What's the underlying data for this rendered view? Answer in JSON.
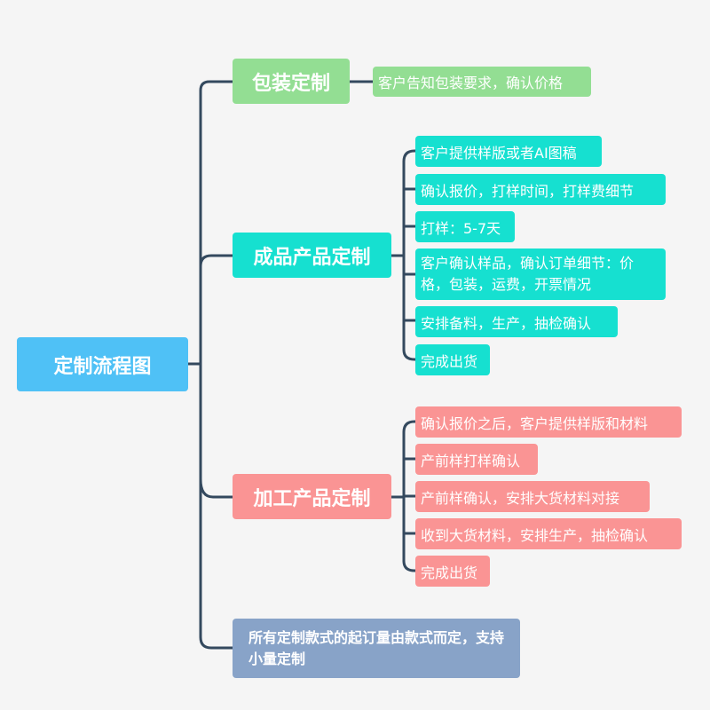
{
  "colors": {
    "background": "#f5f5f5",
    "connector": "#34495e",
    "root": "#4fc1f6",
    "packaging": "#93de93",
    "finished": "#16e0d0",
    "processing": "#fa9494",
    "note": "#88a3c8",
    "text": "#ffffff"
  },
  "root": {
    "label": "定制流程图"
  },
  "branches": [
    {
      "label": "包装定制",
      "items": [
        "客户告知包装要求，确认价格"
      ]
    },
    {
      "label": "成品产品定制",
      "items": [
        "客户提供样版或者AI图稿",
        "确认报价，打样时间，打样费细节",
        "打样：5-7天",
        "客户确认样品，确认订单细节：价格，包装，运费，开票情况",
        "安排备料，生产，抽检确认",
        "完成出货"
      ]
    },
    {
      "label": "加工产品定制",
      "items": [
        "确认报价之后，客户提供样版和材料",
        "产前样打样确认",
        "产前样确认，安排大货材料对接",
        "收到大货材料，安排生产，抽检确认",
        "完成出货"
      ]
    }
  ],
  "note": {
    "label": "所有定制款式的起订量由款式而定，支持小量定制"
  }
}
